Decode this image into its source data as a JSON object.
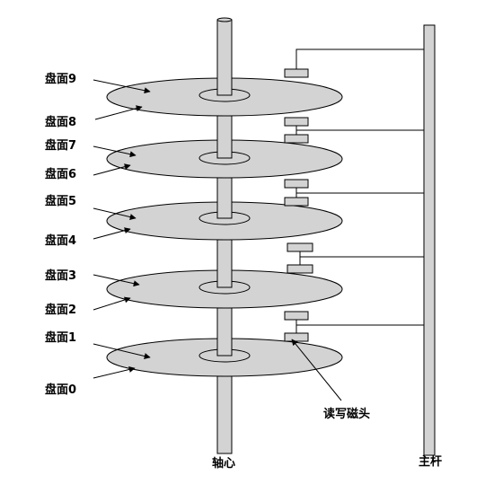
{
  "labels": {
    "platters": [
      "盘面9",
      "盘面8",
      "盘面7",
      "盘面6",
      "盘面5",
      "盘面4",
      "盘面3",
      "盘面2",
      "盘面1",
      "盘面0"
    ],
    "spindle": "轴心",
    "head": "读写磁头",
    "pole": "主杆"
  },
  "colors": {
    "platter_fill": "#d3d3d3",
    "stroke": "#000000",
    "background": "#ffffff"
  }
}
